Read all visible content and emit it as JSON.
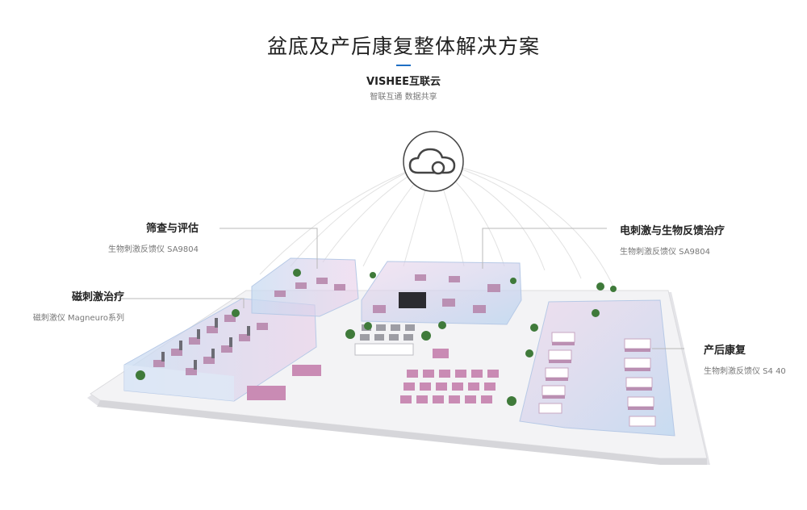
{
  "header": {
    "title": "盆底及产后康复整体解决方案",
    "brand": "VISHEE互联云",
    "tagline": "智联互通  数据共享"
  },
  "cloud": {
    "icon": "cloud-icon"
  },
  "callouts": {
    "screening": {
      "title": "筛查与评估",
      "subtitle": "生物刺激反馈仪 SA9804"
    },
    "magnetic": {
      "title": "磁刺激治疗",
      "subtitle": "磁刺激仪 Magneuro系列"
    },
    "electric": {
      "title": "电刺激与生物反馈治疗",
      "subtitle": "生物刺激反馈仪 SA9804"
    },
    "postpartum": {
      "title": "产后康复",
      "subtitle": "生物刺激反馈仪 S4 40"
    }
  },
  "colors": {
    "accent": "#1f6fc4",
    "glass": "#c8d8ee",
    "furniture": "#c98bb4",
    "floor": "#f1f1f3"
  }
}
